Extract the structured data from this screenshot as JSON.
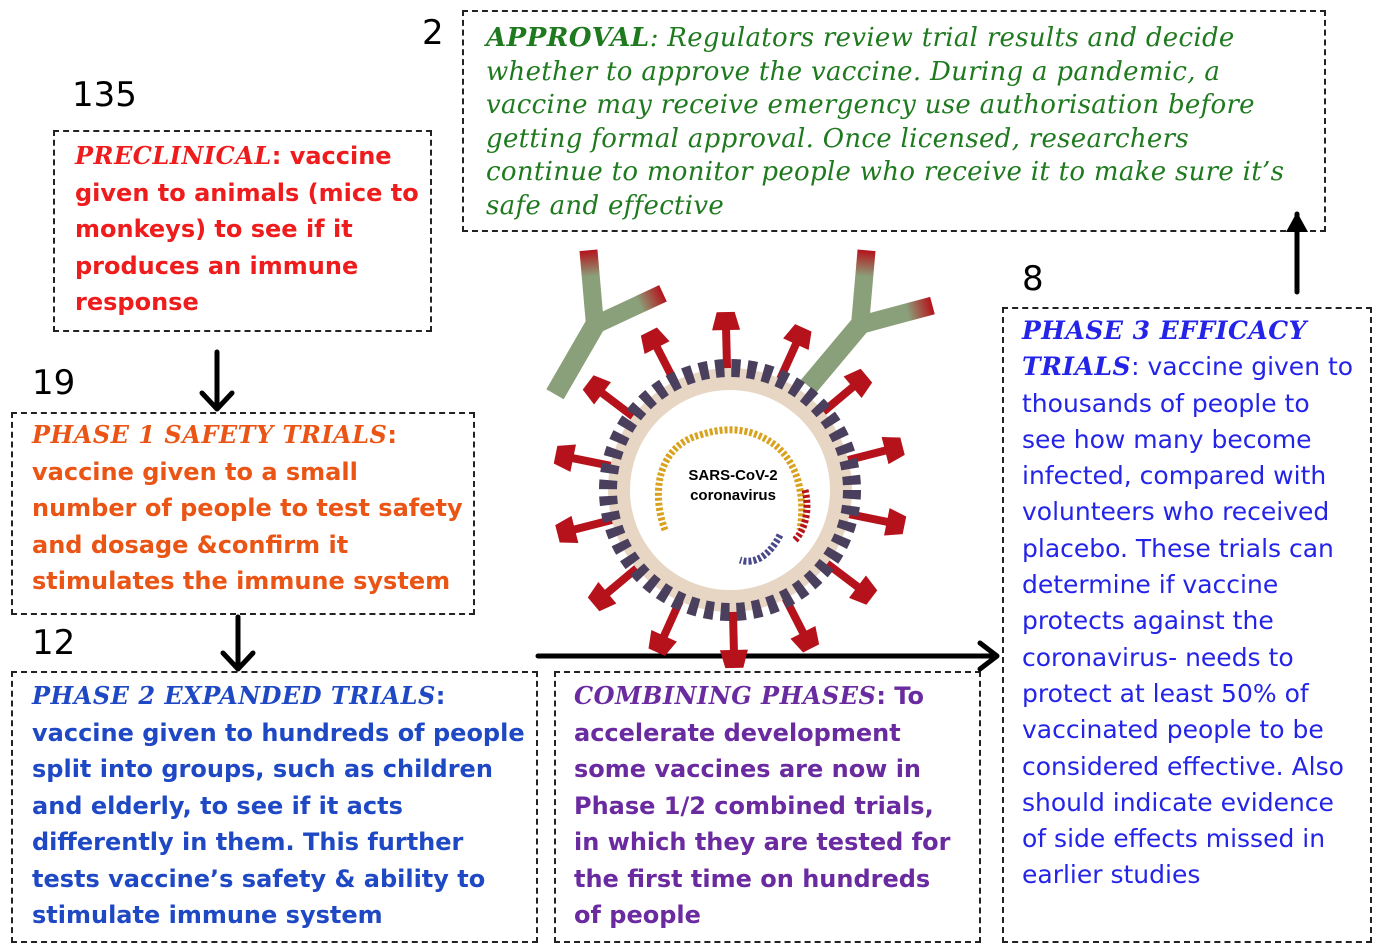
{
  "counts": {
    "preclinical": "135",
    "phase1": "19",
    "phase2": "12",
    "phase3": "8",
    "approval": "2"
  },
  "approval": {
    "heading": "APPROVAL",
    "text": ": Regulators review trial results and decide whether to approve the vaccine. During a pandemic, a vaccine may receive emergency use authorisation before getting formal approval. Once licensed, researchers continue to monitor people who receive it to make sure it’s safe and effective"
  },
  "preclinical": {
    "heading": "PRECLINICAL",
    "text": ": vaccine given to animals (mice to monkeys) to see if it produces an immune response"
  },
  "phase1": {
    "heading": "PHASE 1 SAFETY TRIALS",
    "text": ": vaccine given to a small number of people to test safety and dosage &confirm it stimulates the immune system"
  },
  "phase2": {
    "heading": "PHASE 2 EXPANDED TRIALS",
    "text": ": vaccine given to hundreds of people split into groups, such as children and  elderly, to see if it acts differently in them. This further tests vaccine’s safety & ability to stimulate immune system"
  },
  "combining": {
    "heading": "COMBINING PHASES",
    "text": ": To accelerate development some vaccines are now in Phase 1/2 combined trials, in which they are tested for the first time on hundreds of people"
  },
  "phase3": {
    "heading": "PHASE 3 EFFICACY TRIALS",
    "text": ": vaccine given to thousands of people to see how many become infected, compared with volunteers who received placebo. These trials can determine if vaccine protects against the coronavirus- needs to protect at least 50% of vaccinated people to be considered effective. Also should indicate evidence of side effects missed in earlier studies"
  },
  "virus": {
    "line1": "SARS-CoV-2",
    "line2": "coronavirus"
  },
  "colors": {
    "preclinical": "#ee1c1c",
    "phase1": "#ea5516",
    "phase2": "#1f48c4",
    "combining": "#6a2aa0",
    "phase3": "#2424e8",
    "approval": "#1f7a1f",
    "spike": "#b5121b",
    "antibody": "#8aa07a"
  }
}
